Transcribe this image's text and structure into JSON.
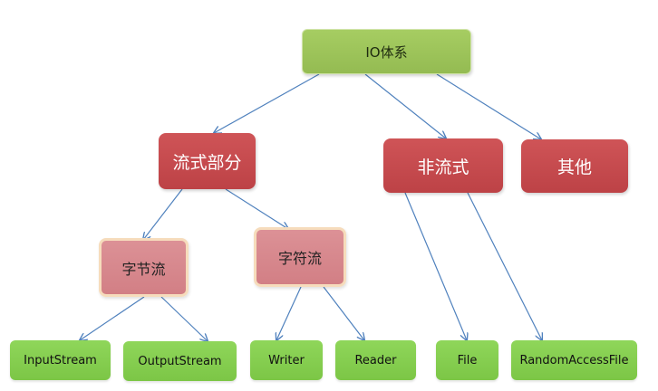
{
  "colors": {
    "root": "#9fc65b",
    "level1": "#c84b4e",
    "level2": "#d98a8f",
    "leaf": "#86d04f",
    "connector": "#4f81bd"
  },
  "nodes": {
    "root": "IO体系",
    "stream_part": "流式部分",
    "non_stream": "非流式",
    "other": "其他",
    "byte_stream": "字节流",
    "char_stream": "字符流",
    "input_stream": "InputStream",
    "output_stream": "OutputStream",
    "writer": "Writer",
    "reader": "Reader",
    "file": "File",
    "random_access_file": "RandomAccessFile"
  }
}
